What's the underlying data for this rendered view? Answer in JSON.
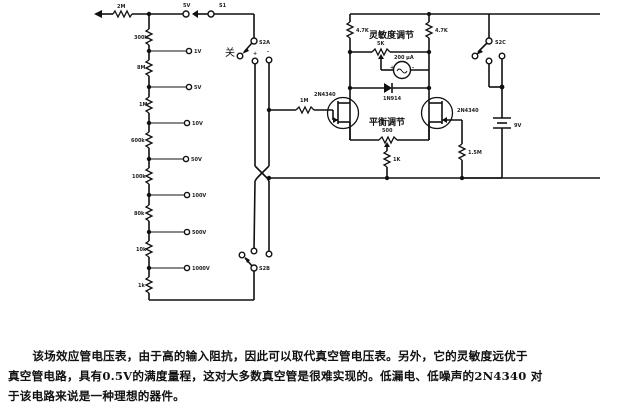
{
  "diagram": {
    "title": "FET voltmeter circuit",
    "input_resistor": "2M",
    "divider": {
      "resistors": [
        "300k",
        "8M",
        "1M",
        "600k",
        "100k",
        "80k",
        "10k",
        "1k"
      ],
      "taps": [
        "1V",
        "5V",
        "10V",
        "50V",
        "100V",
        "500V",
        "1000V"
      ]
    },
    "switch_top": {
      "left_label": "5V",
      "right_label": "S1"
    },
    "s2a": {
      "label": "S2A",
      "off_label": "关",
      "plus": "+",
      "minus": "-"
    },
    "s2b": {
      "label": "S2B"
    },
    "s2c": {
      "label": "S2C"
    },
    "gate_resistor": "1M",
    "fet_left": "2N4340",
    "fet_right": "2N4340",
    "diode": "1N914",
    "meter": {
      "label": "200 μA",
      "plus": "+",
      "minus": "-"
    },
    "sensitivity_label": "灵敏度调节",
    "sensitivity_pot": "5K",
    "drain_left": "4.7K",
    "drain_right": "4.7K",
    "balance_label": "平衡调节",
    "balance_pot": "500",
    "source_resistor": "1K",
    "right_resistor": "1.5M",
    "battery": "9V"
  },
  "caption": {
    "line1": "该场效应管电压表，由于高的输入阻抗，因此可以取代真空管电压表。另外，它的灵敏度远优于",
    "line2": "真空管电路，具有0.5V的满度量程，这对大多数真空管是很难实现的。低漏电、低噪声的2N4340 对",
    "line3": "于该电路来说是一种理想的器件。"
  }
}
